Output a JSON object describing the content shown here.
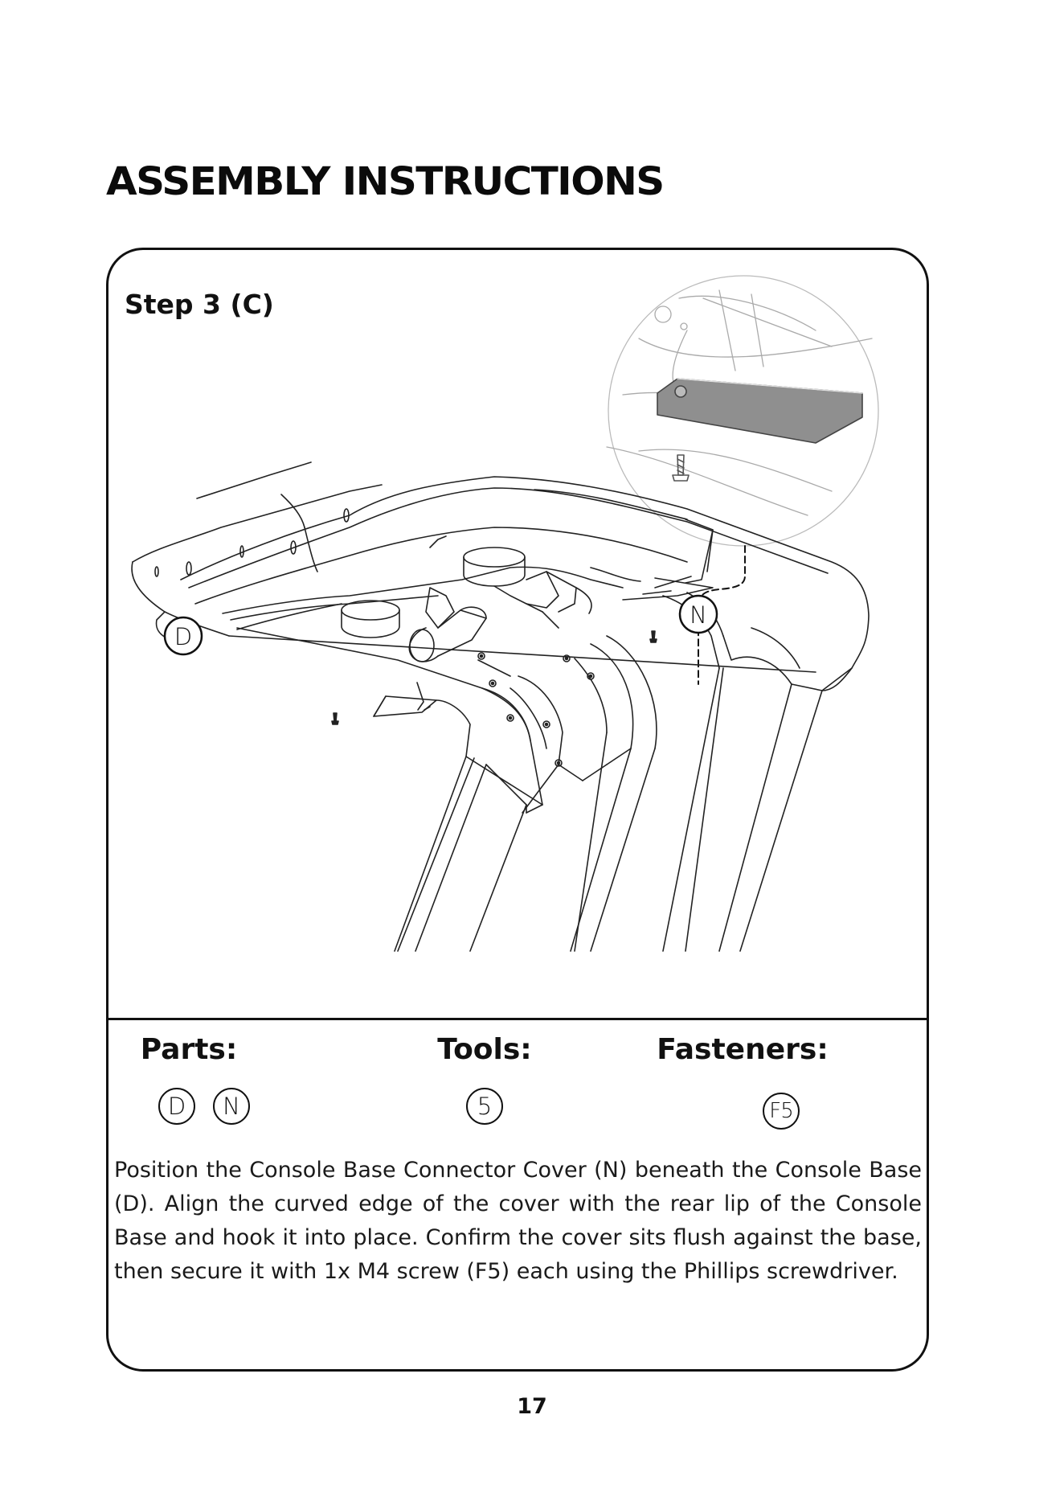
{
  "header": {
    "title": "ASSEMBLY INSTRUCTIONS"
  },
  "step": {
    "title": "Step 3 (C)",
    "callouts": {
      "console_base": "D",
      "connector_cover": "N"
    },
    "requirements": {
      "parts": {
        "heading": "Parts:",
        "items": [
          "D",
          "N"
        ]
      },
      "tools": {
        "heading": "Tools:",
        "items": [
          "5"
        ]
      },
      "fasteners": {
        "heading": "Fasteners:",
        "items": [
          "F5"
        ]
      }
    },
    "description": "Position the Console Base Connector Cover (N) beneath the Console Base (D). Align the curved edge of the cover with the rear lip of the Console Base and hook it into place. Confirm the cover sits flush against the base, then secure it with 1x M4 screw (F5) each using the Phillips screwdriver."
  },
  "footer": {
    "page_number": "17"
  }
}
